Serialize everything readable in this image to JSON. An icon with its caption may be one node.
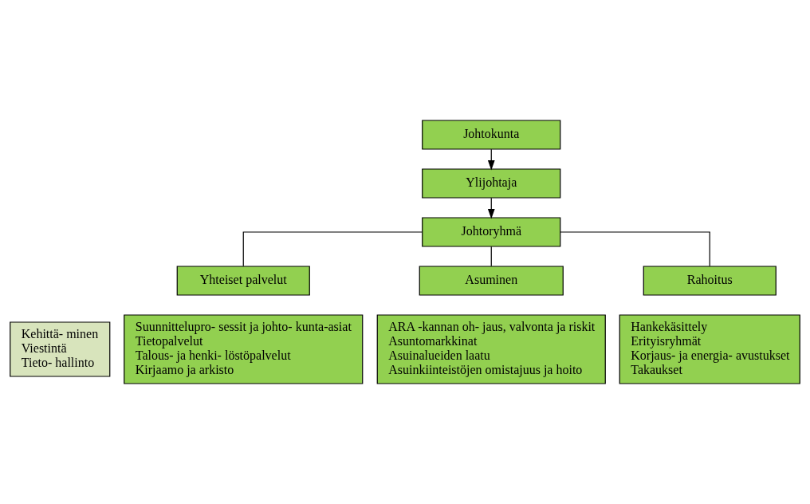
{
  "diagram": {
    "nodes": [
      {
        "text": [
          "Johtokunta"
        ]
      },
      {
        "text": [
          "Ylijohtaja"
        ]
      },
      {
        "text": [
          "Johtoryhmä"
        ]
      },
      {
        "text": [
          "Yhteiset palvelut"
        ]
      },
      {
        "text": [
          "Asuminen"
        ]
      },
      {
        "text": [
          "Rahoitus"
        ]
      },
      {
        "text": [
          "Suunnittelupro- sessit ja johto- kunta-asiat",
          "Tietopalvelut",
          "Talous- ja henki- löstöpalvelut",
          "Kirjaamo ja arkisto"
        ]
      },
      {
        "text": [
          "ARA -kannan oh- jaus, valvonta ja riskit",
          "Asuntomarkkinat",
          "Asuinalueiden laatu",
          "Asuinkiinteistöjen omistajuus ja hoito"
        ]
      },
      {
        "text": [
          "Hankekäsittely",
          "Erityisryhmät",
          "Korjaus- ja energia- avustukset",
          "Takaukset"
        ]
      },
      {
        "text": [
          "Kehittä- minen",
          "Viestintä",
          "Tieto- hallinto"
        ]
      }
    ],
    "edges": [
      {
        "from": 0,
        "to": 1,
        "arrow": "to"
      },
      {
        "from": 1,
        "to": 2,
        "arrow": "to"
      },
      {
        "from": 2,
        "to": 3,
        "arrow": "none"
      },
      {
        "from": 2,
        "to": 4,
        "arrow": "none"
      },
      {
        "from": 2,
        "to": 5,
        "arrow": "none"
      }
    ]
  }
}
